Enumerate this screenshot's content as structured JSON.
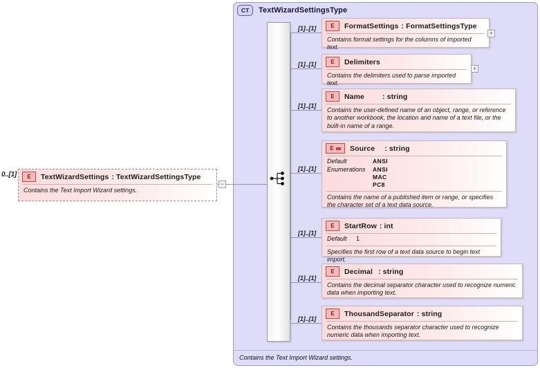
{
  "root_element": {
    "occurs": "0..[1]",
    "badge": "E",
    "name": "TextWizardSettings",
    "separator": ":",
    "type": "TextWizardSettingsType",
    "documentation": "Contains the Text Import Wizard settings.",
    "toggle": "−"
  },
  "complex_type": {
    "badge": "CT",
    "title": "TextWizardSettingsType",
    "documentation": "Contains the Text Import Wizard settings.",
    "compositor": "sequence"
  },
  "children": [
    {
      "occurs": "[1]..[1]",
      "badge": "E",
      "name": "FormatSettings",
      "separator": ":",
      "type": "FormatSettingsType",
      "documentation": "Contains format settings for the columns of imported text.",
      "toggle": "+"
    },
    {
      "occurs": "[1]..[1]",
      "badge": "E",
      "name": "Delimiters",
      "separator": "",
      "type": "",
      "documentation": "Contains the delimiters used to parse imported text.",
      "toggle": "+"
    },
    {
      "occurs": "[1]..[1]",
      "badge": "E",
      "name": "Name",
      "separator": ":",
      "type": "string",
      "documentation": "Contains the user-defined name of an object, range, or reference to another workbook, the location and name of a text file, or the built-in name of a range.",
      "toggle": ""
    },
    {
      "occurs": "[1]..[1]",
      "badge": "E",
      "badge_modifier": "restriction",
      "name": "Source",
      "separator": ":",
      "type": "string",
      "facets": {
        "default_label": "Default",
        "default_value": "ANSI",
        "enum_label": "Enumerations",
        "enum_values": [
          "ANSI",
          "MAC",
          "PC8"
        ]
      },
      "documentation": "Contains the name of a published item or range, or specifies the character set of a text data source.",
      "toggle": ""
    },
    {
      "occurs": "[1]..[1]",
      "badge": "E",
      "name": "StartRow",
      "separator": ":",
      "type": "int",
      "facets": {
        "default_label": "Default",
        "default_value": "1"
      },
      "documentation": "Specifies the first row of a text data source to begin text import.",
      "toggle": ""
    },
    {
      "occurs": "[1]..[1]",
      "badge": "E",
      "name": "Decimal",
      "separator": ":",
      "type": "string",
      "documentation": "Contains the decimal separator character used to recognize numeric data when importing text.",
      "toggle": ""
    },
    {
      "occurs": "[1]..[1]",
      "badge": "E",
      "name": "ThousandSeparator",
      "separator": ":",
      "type": "string",
      "documentation": "Contains the thousands separator character used to recognize numeric data when importing text.",
      "toggle": ""
    }
  ],
  "colors": {
    "element_fill": "#fbdcdc",
    "container_fill": "#dfdcf8",
    "badge_border": "#cc4444",
    "line": "#8e8ec4"
  }
}
